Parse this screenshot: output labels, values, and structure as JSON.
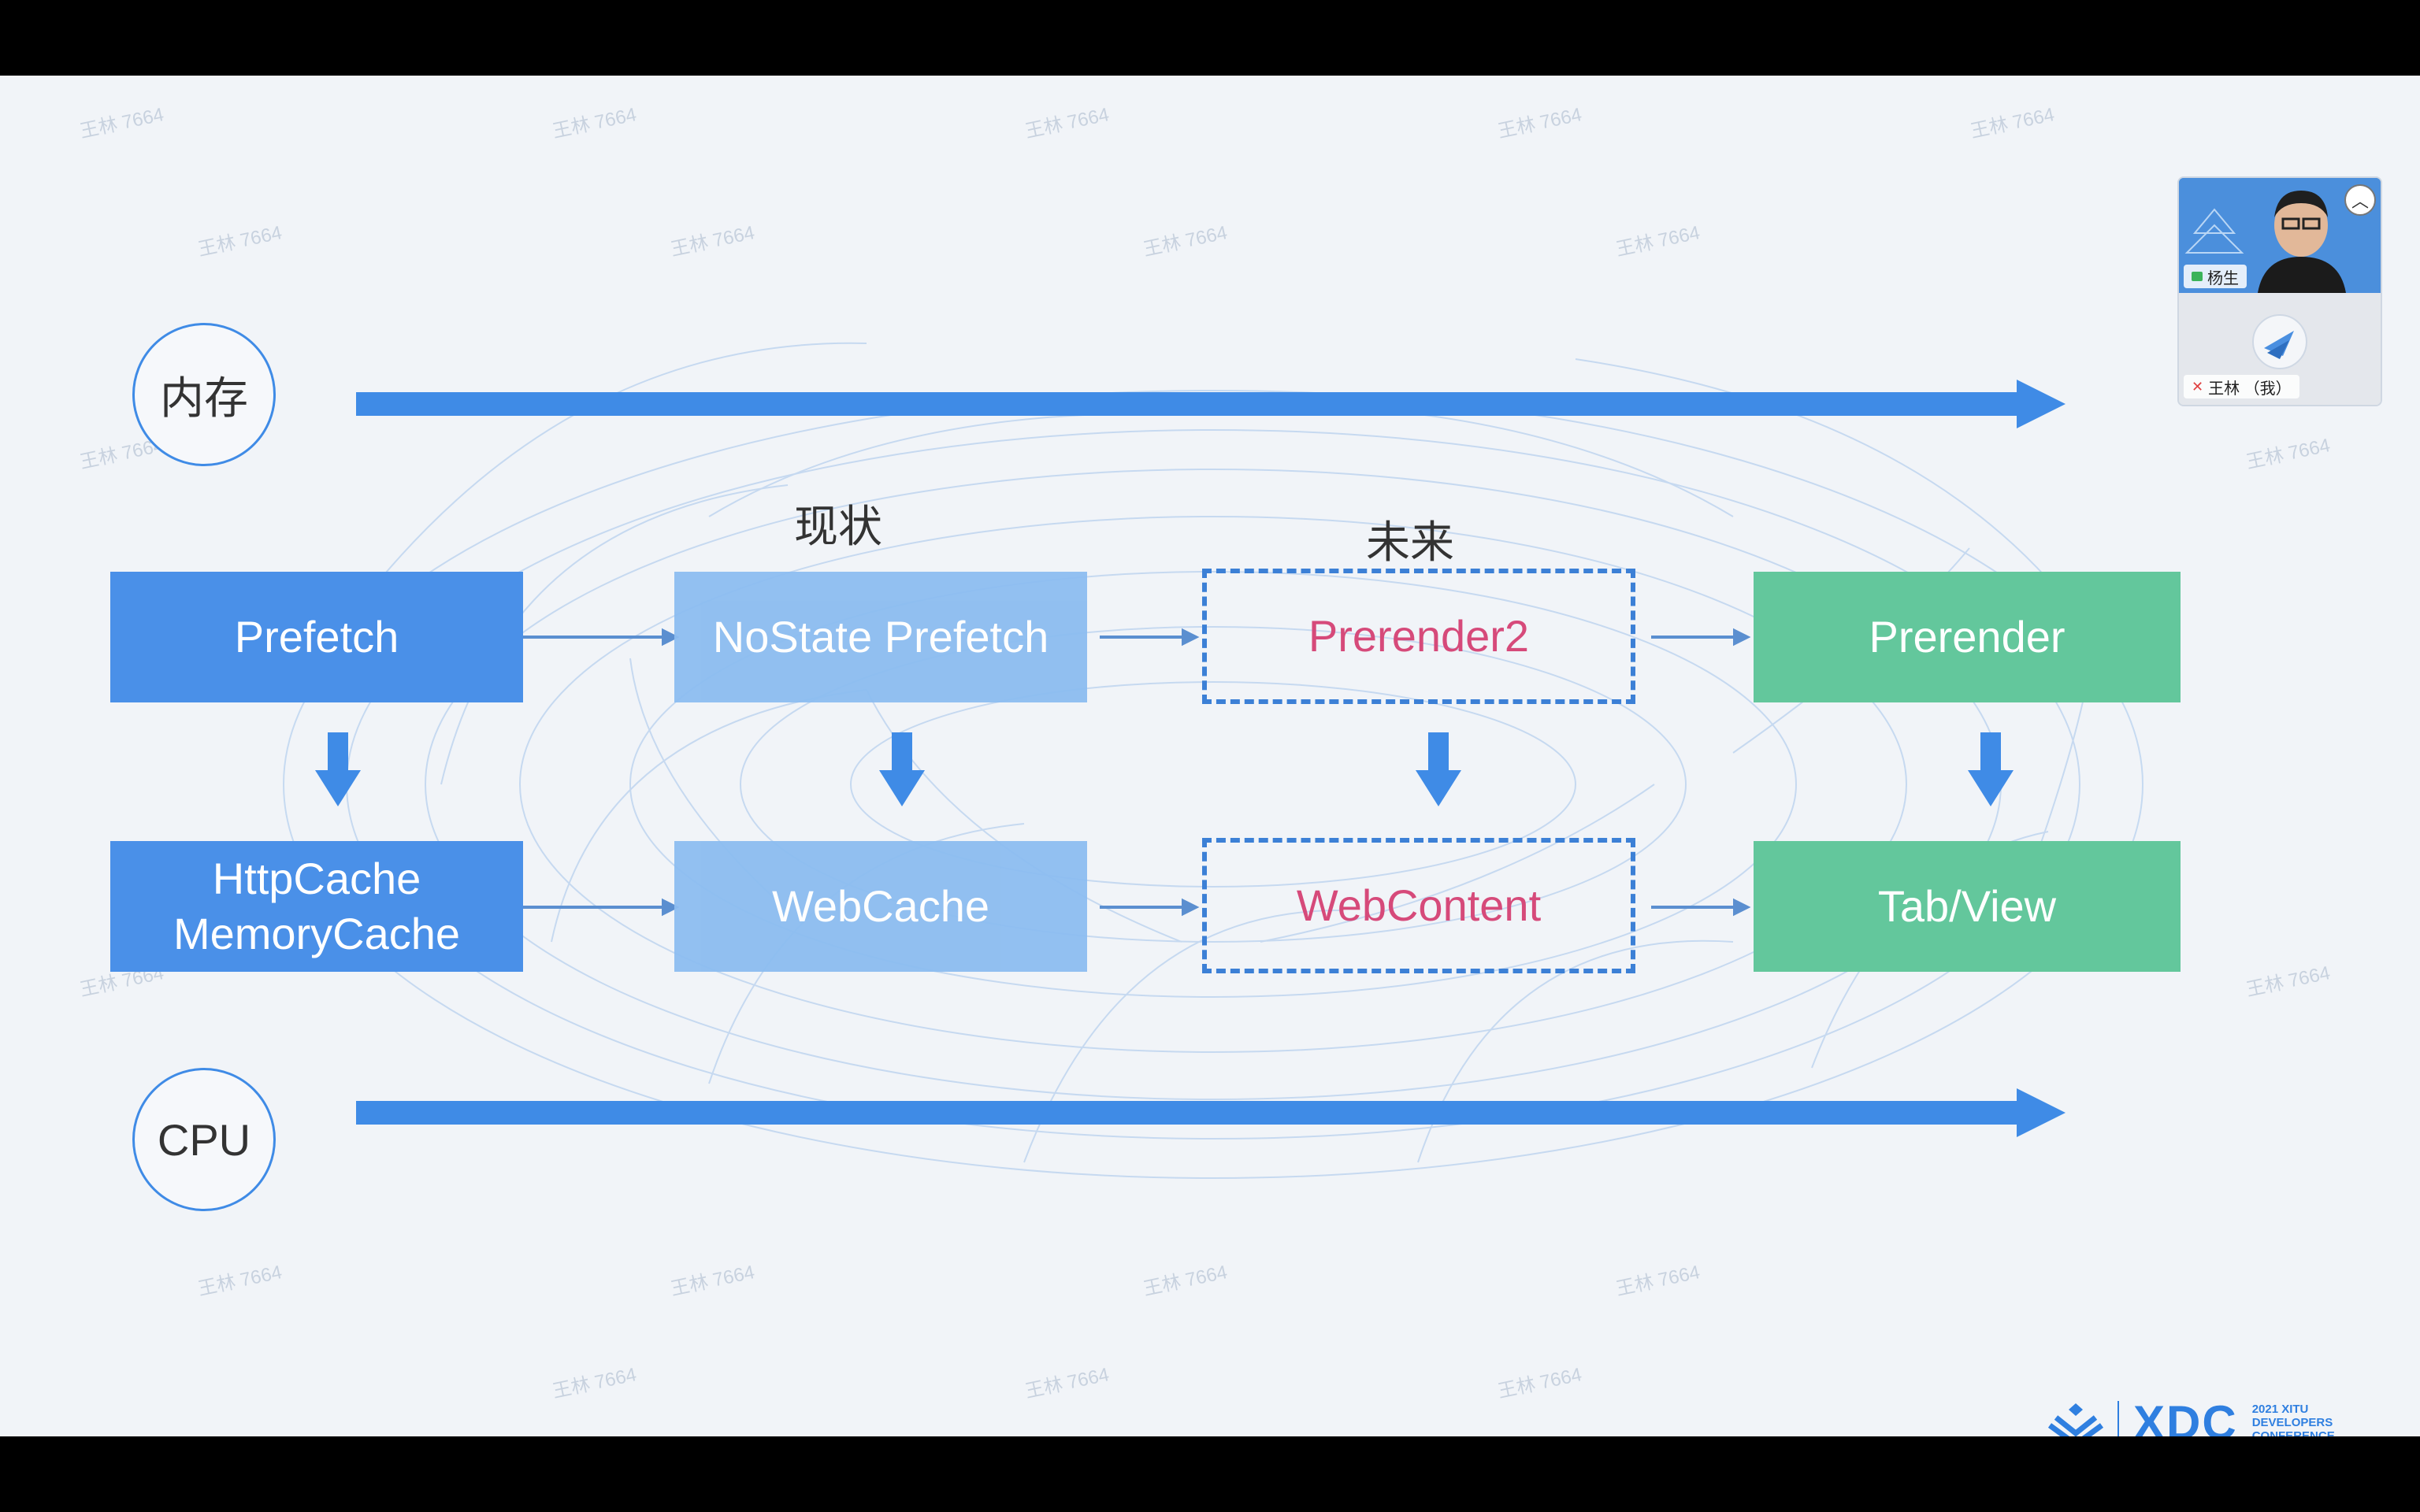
{
  "slide": {
    "memory_label": "内存",
    "cpu_label": "CPU",
    "current_label": "现状",
    "future_label": "未来",
    "boxes": {
      "prefetch": "Prefetch",
      "httpcache_line1": "HttpCache",
      "httpcache_line2": "MemoryCache",
      "nostate": "NoState Prefetch",
      "webcache": "WebCache",
      "prerender2": "Prerender2",
      "webcontent": "WebContent",
      "prerender": "Prerender",
      "tabview": "Tab/View"
    },
    "watermark": "王林 7664",
    "colors": {
      "accent_blue": "#4a90e8",
      "light_blue": "#8cbdf0",
      "green": "#63c79c",
      "future_text": "#d64a7a"
    }
  },
  "video": {
    "speaker_name": "杨生",
    "self_name": "王林 （我）",
    "collapse_icon": "chevron-up-icon"
  },
  "branding": {
    "logo_text": "XDC",
    "logo_sub_1": "2021 XITU",
    "logo_sub_2": "DEVELOPERS",
    "logo_sub_3": "CONFERENCE"
  }
}
